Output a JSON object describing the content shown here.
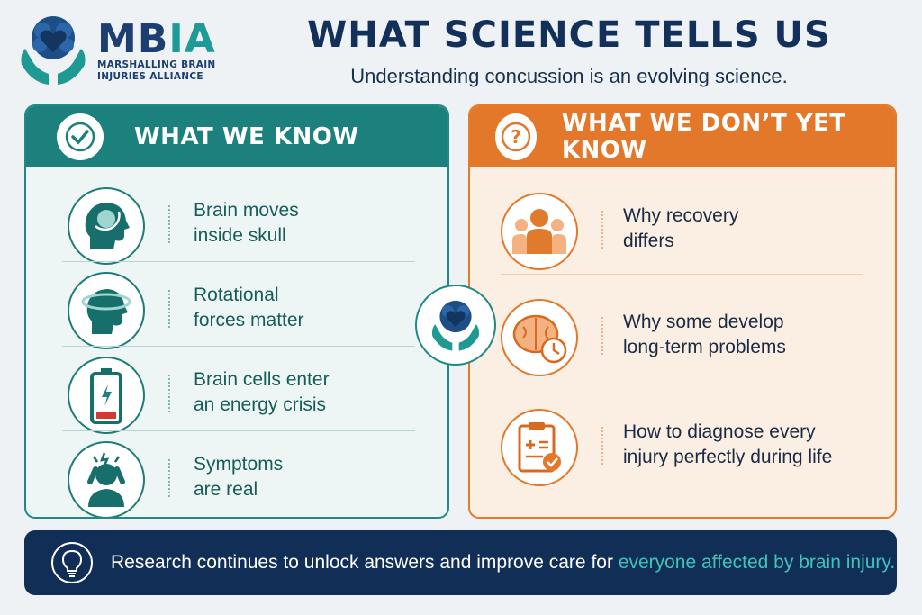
{
  "logo": {
    "abbr_main": "MB",
    "abbr_accent": "IA",
    "name_line1": "MARSHALLING BRAIN",
    "name_line2": "INJURIES ALLIANCE",
    "icon": "brain-heart-hands-icon"
  },
  "header": {
    "title": "WHAT SCIENCE TELLS US",
    "subtitle": "Understanding concussion is an evolving science."
  },
  "know": {
    "heading": "WHAT WE KNOW",
    "icon": "checkmark-icon",
    "items": [
      {
        "line1": "Brain moves",
        "line2": "inside skull",
        "icon": "head-brain-motion-icon"
      },
      {
        "line1": "Rotational",
        "line2": "forces matter",
        "icon": "head-rotation-icon"
      },
      {
        "line1": "Brain cells enter",
        "line2": "an energy crisis",
        "icon": "low-battery-icon"
      },
      {
        "line1": "Symptoms",
        "line2": "are real",
        "icon": "person-headache-icon"
      }
    ]
  },
  "unknown": {
    "heading": "WHAT WE DON’T YET KNOW",
    "icon": "question-mark-icon",
    "items": [
      {
        "line1": "Why recovery",
        "line2": "differs",
        "icon": "people-group-icon"
      },
      {
        "line1": "Why some develop",
        "line2": "long-term problems",
        "icon": "brain-clock-icon"
      },
      {
        "line1": "How to diagnose every",
        "line2": "injury perfectly during life",
        "icon": "clipboard-check-icon"
      }
    ]
  },
  "banner": {
    "text": "Research continues to unlock answers and improve care for ",
    "highlight": "everyone affected by brain injury.",
    "icon": "lightbulb-icon"
  },
  "colors": {
    "teal": "#1c807c",
    "orange": "#e4782a",
    "navy": "#112e57",
    "highlight": "#3ec3b9"
  }
}
